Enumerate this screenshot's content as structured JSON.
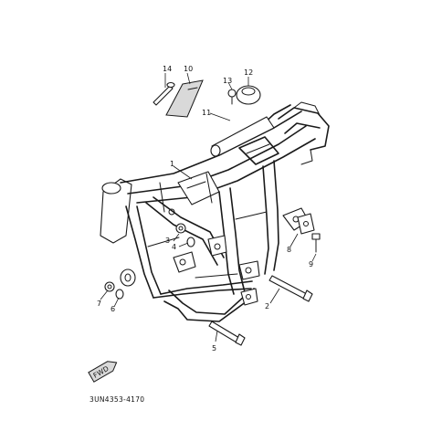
{
  "diagram": {
    "drawing_code": "3UN4353-4170",
    "fwd_badge": "FWD",
    "callouts": [
      {
        "id": "c1",
        "label": "1"
      },
      {
        "id": "c2",
        "label": "2"
      },
      {
        "id": "c3",
        "label": "3"
      },
      {
        "id": "c4",
        "label": "4"
      },
      {
        "id": "c5",
        "label": "5"
      },
      {
        "id": "c6",
        "label": "6"
      },
      {
        "id": "c7",
        "label": "7"
      },
      {
        "id": "c8",
        "label": "8"
      },
      {
        "id": "c9",
        "label": "9"
      },
      {
        "id": "c10",
        "label": "10"
      },
      {
        "id": "c11",
        "label": "11"
      },
      {
        "id": "c12",
        "label": "12"
      },
      {
        "id": "c13",
        "label": "13"
      },
      {
        "id": "c14",
        "label": "14"
      }
    ]
  }
}
